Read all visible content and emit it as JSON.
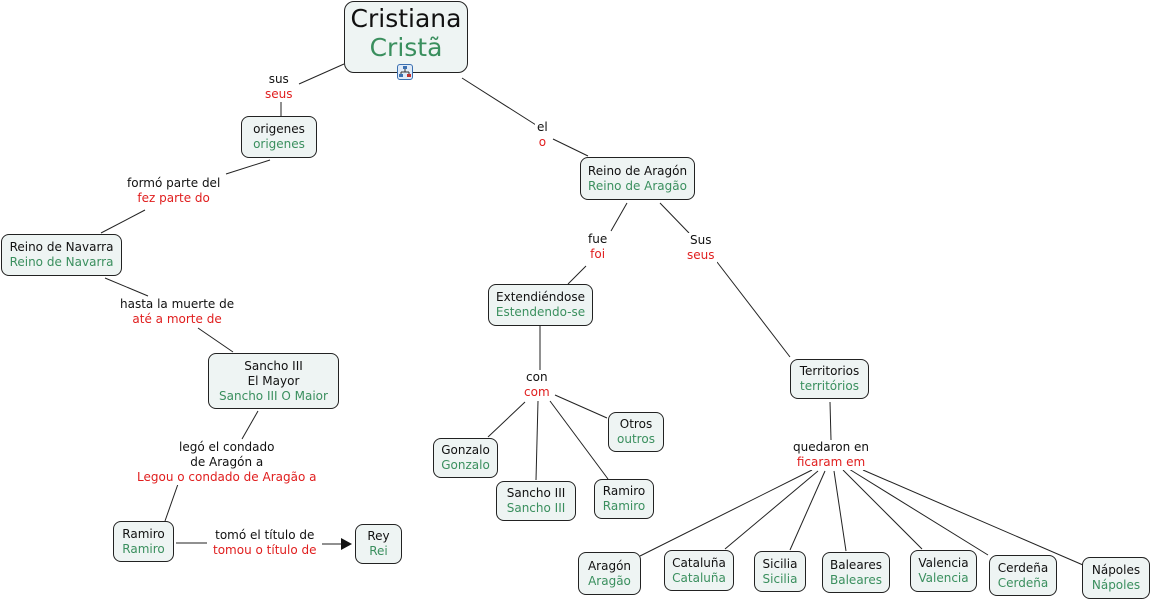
{
  "root": {
    "es": "Cristiana",
    "pt": "Cristã",
    "icon": "concept-map-icon"
  },
  "concepts": {
    "origenes": {
      "es": "origenes",
      "pt": "origenes"
    },
    "navarra": {
      "es": "Reino de Navarra",
      "pt": "Reino de Navarra"
    },
    "sancho_mayor": {
      "es_line1": "Sancho III",
      "es_line2": "El Mayor",
      "pt": "Sancho III O Maior"
    },
    "ramiro_left": {
      "es": "Ramiro",
      "pt": "Ramiro"
    },
    "rey": {
      "es": "Rey",
      "pt": "Rei"
    },
    "aragon_kingdom": {
      "es": "Reino de Aragón",
      "pt": "Reino de Aragão"
    },
    "extendiendose": {
      "es": "Extendiéndose",
      "pt": "Estendendo-se"
    },
    "gonzalo": {
      "es": "Gonzalo",
      "pt": "Gonzalo"
    },
    "sancho_iii": {
      "es": "Sancho III",
      "pt": "Sancho III"
    },
    "ramiro_mid": {
      "es": "Ramiro",
      "pt": "Ramiro"
    },
    "otros": {
      "es": "Otros",
      "pt": "outros"
    },
    "territorios": {
      "es": "Territorios",
      "pt": "territórios"
    },
    "aragon": {
      "es": "Aragón",
      "pt": "Aragão"
    },
    "cataluna": {
      "es": "Cataluña",
      "pt": "Cataluña"
    },
    "sicilia": {
      "es": "Sicilia",
      "pt": "Sicilia"
    },
    "baleares": {
      "es": "Baleares",
      "pt": "Baleares"
    },
    "valencia": {
      "es": "Valencia",
      "pt": "Valencia"
    },
    "cerdena": {
      "es": "Cerdeña",
      "pt": "Cerdeña"
    },
    "napoles": {
      "es": "Nápoles",
      "pt": "Nápoles"
    }
  },
  "links": {
    "sus": {
      "es": "sus",
      "pt": "seus"
    },
    "formo": {
      "es": "formó parte del",
      "pt": "fez parte do"
    },
    "hasta": {
      "es": "hasta la muerte de",
      "pt": "até a morte de"
    },
    "lego": {
      "es_line1": "legó el condado",
      "es_line2": "de Aragón a",
      "pt": "Legou o condado de Aragão a"
    },
    "tomo": {
      "es": "tomó el título de",
      "pt": "tomou o título de"
    },
    "el": {
      "es": "el",
      "pt": "o"
    },
    "fue": {
      "es": "fue",
      "pt": "foi"
    },
    "sus2": {
      "es": "Sus",
      "pt": "seus"
    },
    "con": {
      "es": "con",
      "pt": "com"
    },
    "quedaron": {
      "es": "quedaron en",
      "pt": "ficaram em"
    }
  },
  "colors": {
    "spanish_text": "#111111",
    "portuguese_concept": "#3a8f5e",
    "portuguese_link": "#e01e1e",
    "node_fill": "#eef4f3"
  }
}
